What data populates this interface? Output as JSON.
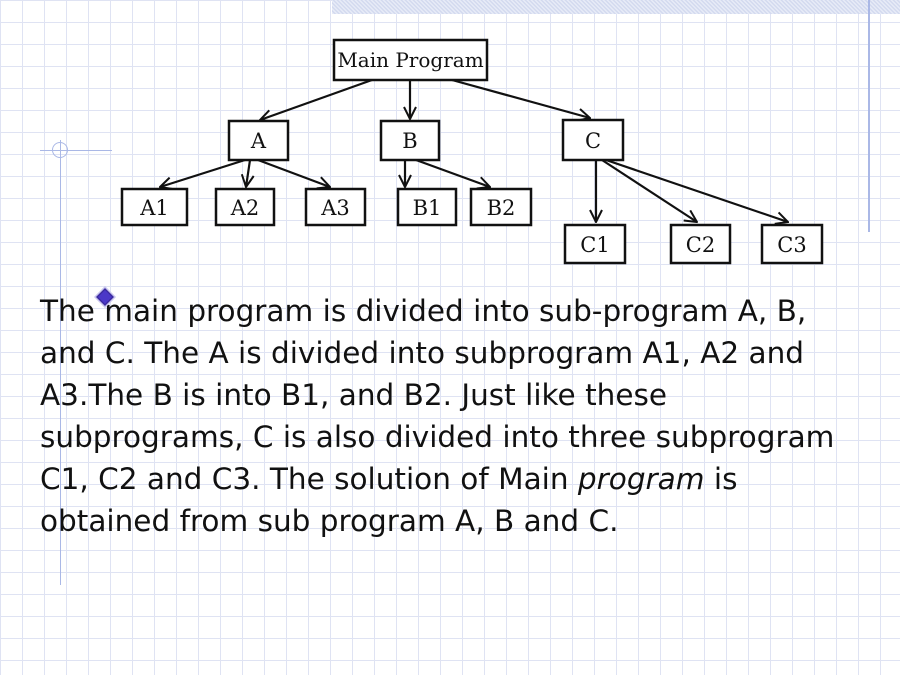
{
  "diagram": {
    "nodes": {
      "main": "Main Program",
      "a": "A",
      "b": "B",
      "c": "C",
      "a1": "A1",
      "a2": "A2",
      "a3": "A3",
      "b1": "B1",
      "b2": "B2",
      "c1": "C1",
      "c2": "C2",
      "c3": "C3"
    },
    "edges": [
      [
        "main",
        "a"
      ],
      [
        "main",
        "b"
      ],
      [
        "main",
        "c"
      ],
      [
        "a",
        "a1"
      ],
      [
        "a",
        "a2"
      ],
      [
        "a",
        "a3"
      ],
      [
        "b",
        "b1"
      ],
      [
        "b",
        "b2"
      ],
      [
        "c",
        "c1"
      ],
      [
        "c",
        "c2"
      ],
      [
        "c",
        "c3"
      ]
    ]
  },
  "text": {
    "part1": "The main program is divided into sub-program A, B, and C. The A is divided into subprogram A1, A2 and A3.The B is into B1, and B2. Just like these subprograms, C is also divided into three subprogram C1, C2 and C3. The solution of Main ",
    "emphasis": "program",
    "part2": " is obtained from sub program A, B and C."
  },
  "colors": {
    "grid": "#dfe3f3",
    "accent_line": "#aab8e6",
    "bullet": "#3b2a9e",
    "ink": "#111111"
  },
  "icons": {
    "bullet": "diamond-bullet-icon"
  }
}
